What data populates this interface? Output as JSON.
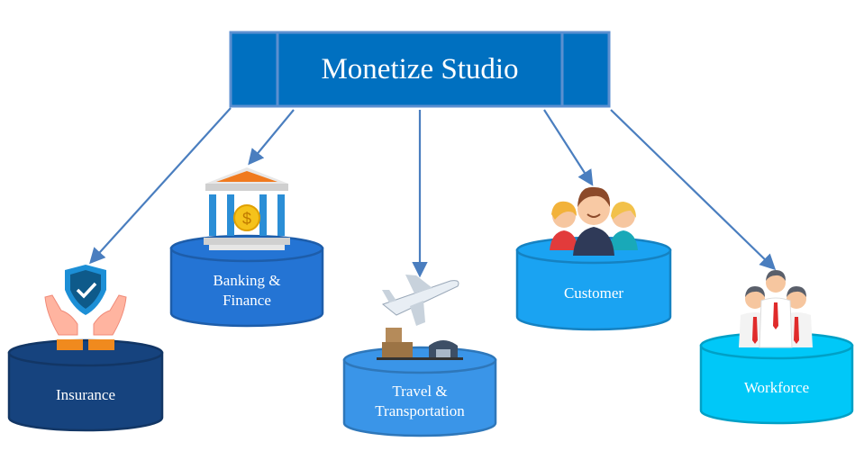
{
  "title": "Monetize Studio",
  "colors": {
    "title_fill": "#0070c0",
    "title_border": "#5b8fd0",
    "arrow": "#4a7ebf"
  },
  "nodes": [
    {
      "id": "insurance",
      "label_lines": [
        "Insurance"
      ],
      "color": "#16437e",
      "icon": "shield-hands-icon"
    },
    {
      "id": "banking",
      "label_lines": [
        "Banking &",
        "Finance"
      ],
      "color": "#2474d4",
      "icon": "bank-icon"
    },
    {
      "id": "travel",
      "label_lines": [
        "Travel &",
        "Transportation"
      ],
      "color": "#3a95e8",
      "icon": "airplane-icon"
    },
    {
      "id": "customer",
      "label_lines": [
        "Customer"
      ],
      "color": "#1aa3f2",
      "icon": "customers-icon"
    },
    {
      "id": "workforce",
      "label_lines": [
        "Workforce"
      ],
      "color": "#00c8f8",
      "icon": "workers-icon"
    }
  ]
}
